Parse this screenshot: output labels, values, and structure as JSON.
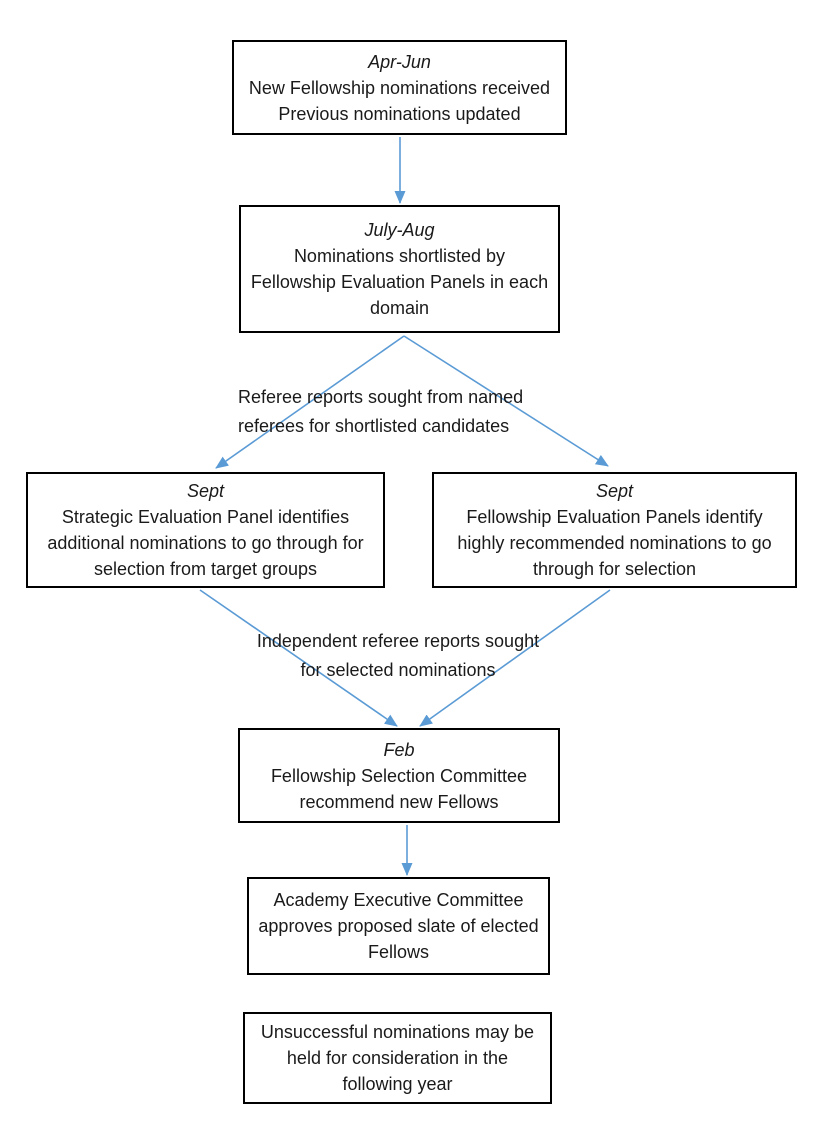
{
  "colors": {
    "arrow": "#5B9BD5",
    "box_border": "#000000",
    "text": "#1A1A1A"
  },
  "boxes": [
    {
      "date": "Apr-Jun",
      "lines": [
        "New Fellowship nominations received",
        "Previous nominations updated"
      ]
    },
    {
      "date": "July-Aug",
      "lines": [
        "Nominations shortlisted by",
        "Fellowship Evaluation Panels in each",
        "domain"
      ]
    },
    {
      "date": "Sept",
      "lines": [
        "Strategic Evaluation Panel identifies",
        "additional nominations to go through for",
        "selection from target groups"
      ]
    },
    {
      "date": "Sept",
      "lines": [
        "Fellowship Evaluation Panels identify",
        "highly recommended nominations to go",
        "through for selection"
      ]
    },
    {
      "date": "Feb",
      "lines": [
        "Fellowship Selection Committee",
        "recommend new Fellows"
      ]
    },
    {
      "lines": [
        "Academy Executive Committee",
        "approves proposed slate of elected",
        "Fellows"
      ]
    },
    {
      "lines": [
        "Unsuccessful nominations may be",
        "held for consideration in the",
        "following year"
      ]
    }
  ],
  "annotations": [
    {
      "lines": [
        "Referee reports sought from named",
        "referees for shortlisted candidates"
      ]
    },
    {
      "lines": [
        "Independent referee reports sought",
        "for selected nominations"
      ]
    }
  ]
}
